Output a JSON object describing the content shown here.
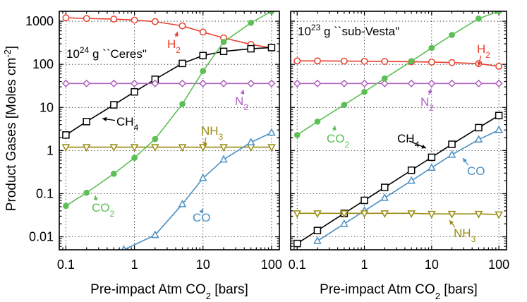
{
  "figure": {
    "ylabel": "Product Gases [Moles cm",
    "ylabel_sup": "-2",
    "ylabel_end": "]"
  },
  "chart_data": [
    {
      "type": "line",
      "xscale": "log",
      "yscale": "log",
      "xlim": [
        0.08,
        130
      ],
      "ylim": [
        0.005,
        1700
      ],
      "xticks": [
        {
          "v": 0.1,
          "label": "0.1"
        },
        {
          "v": 1,
          "label": "1"
        },
        {
          "v": 10,
          "label": "10"
        },
        {
          "v": 100,
          "label": "100"
        }
      ],
      "yticks": [
        {
          "v": 0.01,
          "label": "0.01"
        },
        {
          "v": 0.1,
          "label": "0.1"
        },
        {
          "v": 1,
          "label": "1"
        },
        {
          "v": 10,
          "label": "10"
        },
        {
          "v": 100,
          "label": "100"
        },
        {
          "v": 1000,
          "label": "1000"
        }
      ],
      "xlabel": {
        "pre": "Pre-impact Atm CO",
        "sub": "2",
        "post": " [bars]"
      },
      "panel_label": {
        "pre": "10",
        "sup": "24",
        "post": " g ``Ceres\""
      },
      "grid": true,
      "series": [
        {
          "name": "H2",
          "label_base": "H",
          "label_sub": "2",
          "color": "#e8402f",
          "marker": "circle",
          "x": [
            0.1,
            0.2,
            0.5,
            1,
            2,
            5,
            10,
            20,
            50,
            100
          ],
          "y": [
            1200,
            1160,
            1120,
            1060,
            980,
            780,
            560,
            410,
            290,
            240
          ]
        },
        {
          "name": "CH4",
          "label_base": "CH",
          "label_sub": "4",
          "color": "#000000",
          "marker": "square",
          "x": [
            0.1,
            0.2,
            0.5,
            1,
            2,
            5,
            10,
            20,
            50,
            100
          ],
          "y": [
            2.3,
            4.7,
            11.5,
            23,
            45,
            105,
            160,
            200,
            230,
            245
          ]
        },
        {
          "name": "N2",
          "label_base": "N",
          "label_sub": "2",
          "color": "#b060c0",
          "marker": "diamond",
          "x": [
            0.1,
            0.2,
            0.5,
            1,
            2,
            5,
            10,
            20,
            50,
            100
          ],
          "y": [
            36,
            36,
            36,
            36,
            36,
            36,
            36,
            36,
            36,
            36
          ]
        },
        {
          "name": "NH3",
          "label_base": "NH",
          "label_sub": "3",
          "color": "#9a8a10",
          "marker": "triangle-down",
          "x": [
            0.1,
            0.2,
            0.5,
            1,
            2,
            5,
            10,
            20,
            50,
            100
          ],
          "y": [
            1.2,
            1.2,
            1.2,
            1.2,
            1.2,
            1.2,
            1.2,
            1.2,
            1.2,
            1.2
          ]
        },
        {
          "name": "CO2",
          "label_base": "CO",
          "label_sub": "2",
          "color": "#5cbf55",
          "marker": "circle-filled",
          "x": [
            0.1,
            0.2,
            0.5,
            1,
            2,
            5,
            10,
            20,
            50,
            100
          ],
          "y": [
            0.052,
            0.105,
            0.29,
            0.68,
            1.85,
            12,
            70,
            330,
            920,
            1700
          ]
        },
        {
          "name": "CO",
          "label_base": "CO",
          "label_sub": "",
          "color": "#4a90c2",
          "marker": "triangle-up",
          "x": [
            0.7,
            2,
            5,
            10,
            20,
            50,
            100
          ],
          "y": [
            0.005,
            0.011,
            0.057,
            0.23,
            0.62,
            1.55,
            2.6
          ]
        }
      ]
    },
    {
      "type": "line",
      "xscale": "log",
      "yscale": "log",
      "xlim": [
        0.08,
        130
      ],
      "ylim": [
        0.005,
        1700
      ],
      "xticks": [
        {
          "v": 0.1,
          "label": "0.1"
        },
        {
          "v": 1,
          "label": "1"
        },
        {
          "v": 10,
          "label": "10"
        },
        {
          "v": 100,
          "label": "100"
        }
      ],
      "yticks": [],
      "xlabel": {
        "pre": "Pre-impact Atm CO",
        "sub": "2",
        "post": " [bars]"
      },
      "panel_label": {
        "pre": "10",
        "sup": "23",
        "post": " g ``sub-Vesta\""
      },
      "grid": true,
      "series": [
        {
          "name": "H2",
          "label_base": "H",
          "label_sub": "2",
          "color": "#e8402f",
          "marker": "circle",
          "x": [
            0.1,
            0.2,
            0.5,
            1,
            2,
            5,
            10,
            20,
            50,
            100
          ],
          "y": [
            120,
            120,
            119,
            118,
            117,
            115,
            113,
            110,
            104,
            90
          ]
        },
        {
          "name": "N2",
          "label_base": "N",
          "label_sub": "2",
          "color": "#b060c0",
          "marker": "diamond",
          "x": [
            0.1,
            0.2,
            0.5,
            1,
            2,
            5,
            10,
            20,
            50,
            100
          ],
          "y": [
            36,
            36,
            36,
            36,
            36,
            36,
            36,
            36,
            36,
            36
          ]
        },
        {
          "name": "CO2",
          "label_base": "CO",
          "label_sub": "2",
          "color": "#5cbf55",
          "marker": "circle-filled",
          "x": [
            0.1,
            0.2,
            0.5,
            1,
            2,
            5,
            10,
            20,
            50,
            100
          ],
          "y": [
            2.3,
            4.7,
            11.5,
            23,
            47,
            118,
            240,
            480,
            1150,
            1700
          ]
        },
        {
          "name": "CH4",
          "label_base": "CH",
          "label_sub": "4",
          "color": "#000000",
          "marker": "square",
          "x": [
            0.1,
            0.2,
            0.5,
            1,
            2,
            5,
            10,
            20,
            50,
            100
          ],
          "y": [
            0.007,
            0.014,
            0.035,
            0.07,
            0.14,
            0.35,
            0.7,
            1.4,
            3.4,
            6.5
          ]
        },
        {
          "name": "CO",
          "label_base": "CO",
          "label_sub": "",
          "color": "#4a90c2",
          "marker": "triangle-up",
          "x": [
            0.2,
            0.5,
            1,
            2,
            5,
            10,
            20,
            50,
            100
          ],
          "y": [
            0.008,
            0.02,
            0.04,
            0.08,
            0.2,
            0.4,
            0.8,
            1.8,
            3.0
          ]
        },
        {
          "name": "NH3",
          "label_base": "NH",
          "label_sub": "3",
          "color": "#9a8a10",
          "marker": "triangle-down",
          "x": [
            0.1,
            0.2,
            0.5,
            1,
            2,
            5,
            10,
            20,
            50,
            100
          ],
          "y": [
            0.035,
            0.035,
            0.035,
            0.035,
            0.035,
            0.035,
            0.034,
            0.034,
            0.034,
            0.033
          ]
        }
      ]
    }
  ]
}
